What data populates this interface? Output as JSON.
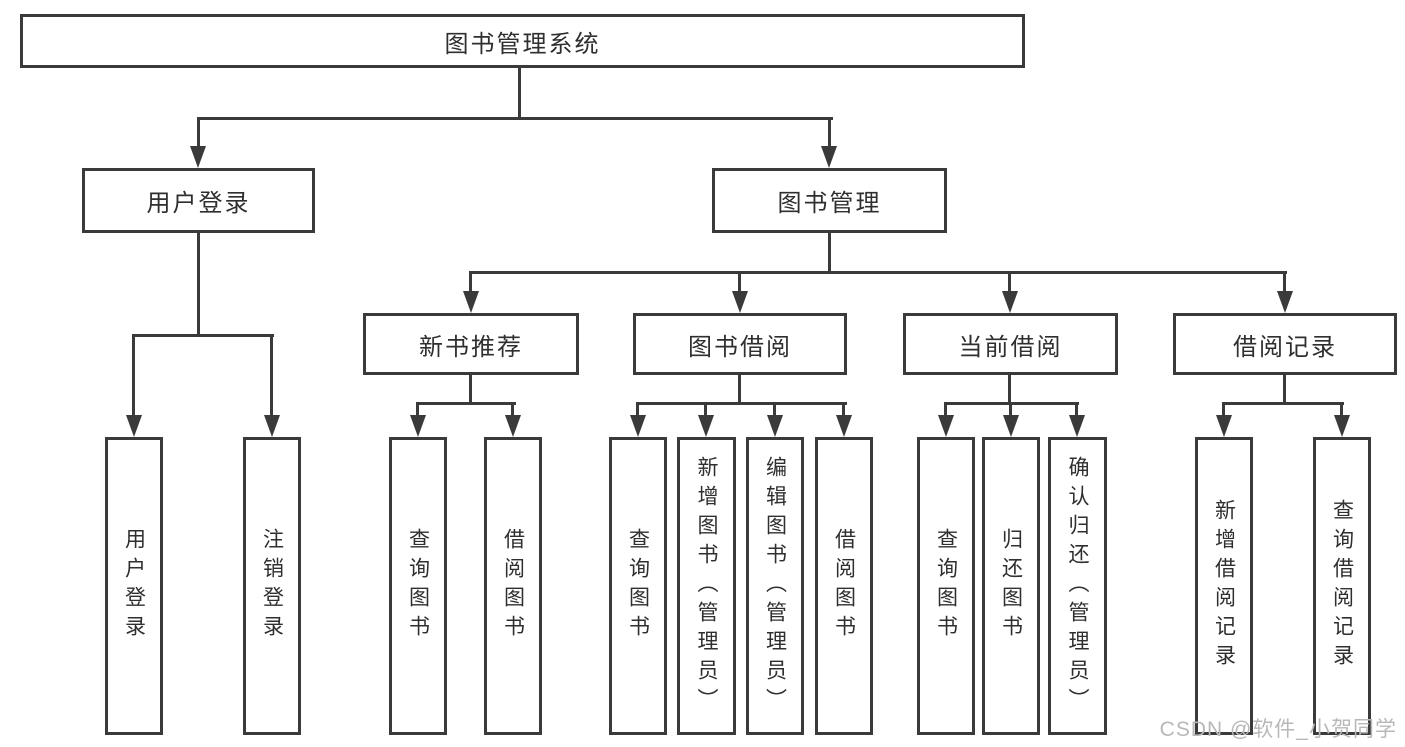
{
  "diagram": {
    "title": "图书管理系统",
    "root": {
      "label": "图书管理系统"
    },
    "level1": [
      {
        "id": "user-login",
        "label": "用户登录"
      },
      {
        "id": "book-management",
        "label": "图书管理"
      }
    ],
    "level2": [
      {
        "id": "new-book-recommend",
        "label": "新书推荐",
        "parent": "图书管理"
      },
      {
        "id": "book-borrow",
        "label": "图书借阅",
        "parent": "图书管理"
      },
      {
        "id": "current-borrow",
        "label": "当前借阅",
        "parent": "图书管理"
      },
      {
        "id": "borrow-records",
        "label": "借阅记录",
        "parent": "图书管理"
      }
    ],
    "leaves": [
      {
        "id": "user-login-leaf",
        "label": "用户登录",
        "parent": "用户登录"
      },
      {
        "id": "logout",
        "label": "注销登录",
        "parent": "用户登录"
      },
      {
        "id": "query-books-1",
        "label": "查询图书",
        "parent": "新书推荐"
      },
      {
        "id": "borrow-books-1",
        "label": "借阅图书",
        "parent": "新书推荐"
      },
      {
        "id": "query-books-2",
        "label": "查询图书",
        "parent": "图书借阅"
      },
      {
        "id": "add-books-admin",
        "label": "新增图书（管理员）",
        "parent": "图书借阅"
      },
      {
        "id": "edit-books-admin",
        "label": "编辑图书（管理员）",
        "parent": "图书借阅"
      },
      {
        "id": "borrow-books-2",
        "label": "借阅图书",
        "parent": "图书借阅"
      },
      {
        "id": "query-books-3",
        "label": "查询图书",
        "parent": "当前借阅"
      },
      {
        "id": "return-books",
        "label": "归还图书",
        "parent": "当前借阅"
      },
      {
        "id": "confirm-return-admin",
        "label": "确认归还（管理员）",
        "parent": "当前借阅"
      },
      {
        "id": "add-borrow-record",
        "label": "新增借阅记录",
        "parent": "借阅记录"
      },
      {
        "id": "query-borrow-record",
        "label": "查询借阅记录",
        "parent": "借阅记录"
      }
    ],
    "watermark": {
      "text": "CSDN @软件_小贺同学"
    },
    "colors": {
      "line": "#3a3a3a",
      "text": "#2f2f2f",
      "watermark": "#b8b8b8",
      "background": "#ffffff"
    }
  }
}
